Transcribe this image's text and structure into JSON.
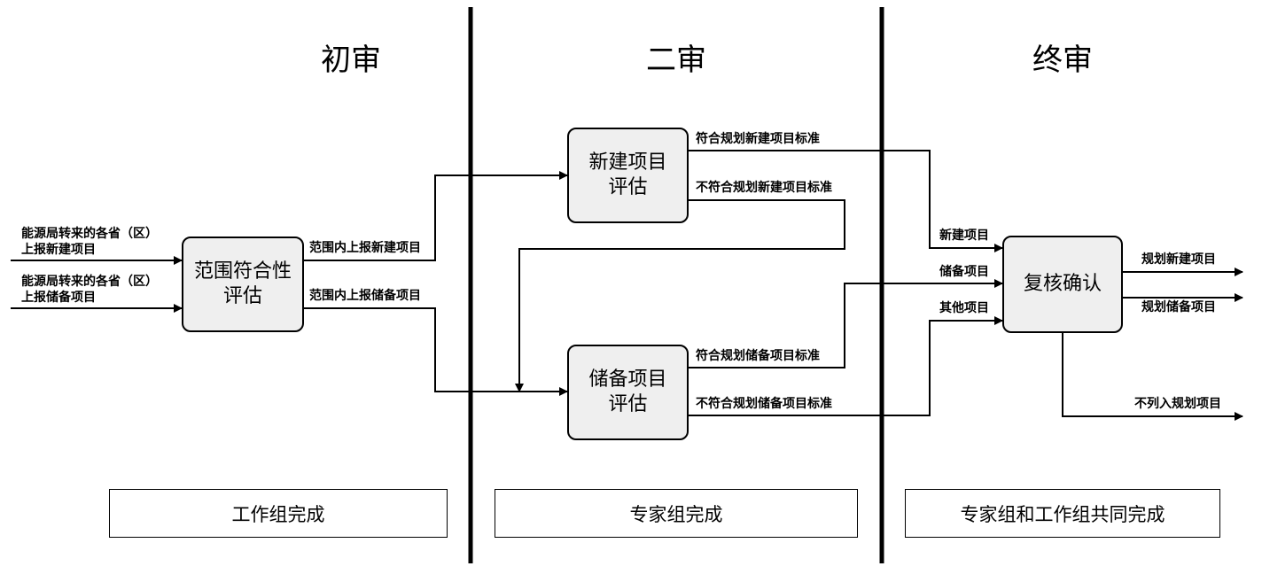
{
  "stages": [
    "初审",
    "二审",
    "终审"
  ],
  "inputs": [
    {
      "line1": "能源局转来的各省（区）",
      "line2": "上报新建项目"
    },
    {
      "line1": "能源局转来的各省（区）",
      "line2": "上报储备项目"
    }
  ],
  "boxes": {
    "scope": [
      "范围符合性",
      "评估"
    ],
    "new_eval": [
      "新建项目",
      "评估"
    ],
    "reserve_eval": [
      "储备项目",
      "评估"
    ],
    "review": [
      "复核确认"
    ]
  },
  "edges": {
    "scope_new": "范围内上报新建项目",
    "scope_reserve": "范围内上报储备项目",
    "new_ok": "符合规划新建项目标准",
    "new_not_ok": "不符合规划新建项目标准",
    "reserve_ok": "符合规划储备项目标准",
    "reserve_not_ok": "不符合规划储备项目标准",
    "in_new": "新建项目",
    "in_reserve": "储备项目",
    "in_other": "其他项目",
    "out_new": "规划新建项目",
    "out_reserve": "规划储备项目",
    "out_excluded": "不列入规划项目"
  },
  "footers": [
    "工作组完成",
    "专家组完成",
    "专家组和工作组共同完成"
  ]
}
